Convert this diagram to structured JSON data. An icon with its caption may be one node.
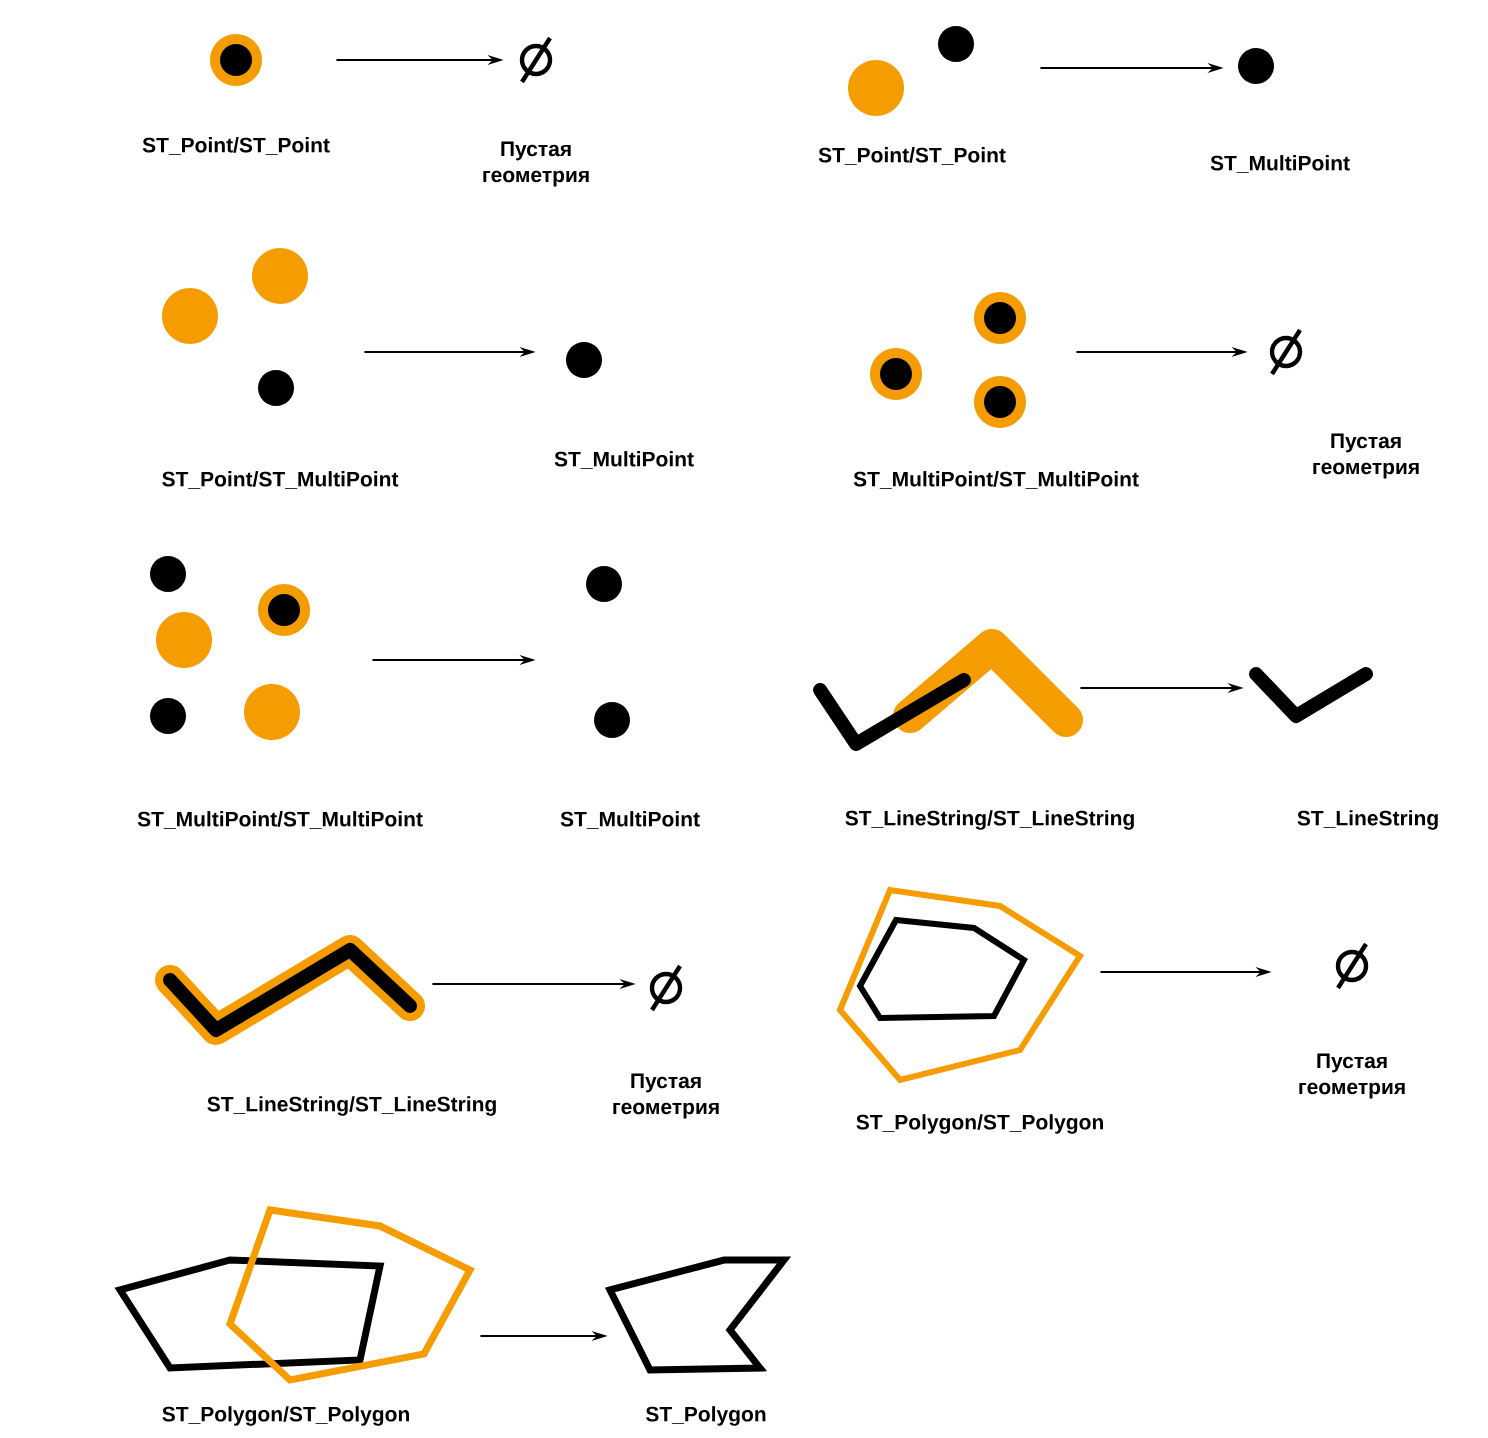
{
  "diagram": {
    "nodes": [
      {
        "text": [
          "ST_Point/ST_Point"
        ]
      },
      {
        "text": [
          "Пустая геометрия"
        ]
      },
      {
        "text": [
          "ST_Point/ST_Point"
        ]
      },
      {
        "text": [
          "ST_MultiPoint"
        ]
      },
      {
        "text": [
          "ST_Point/ST_MultiPoint"
        ]
      },
      {
        "text": [
          "ST_MultiPoint"
        ]
      },
      {
        "text": [
          "ST_MultiPoint/ST_MultiPoint"
        ]
      },
      {
        "text": [
          "Пустая геометрия"
        ]
      },
      {
        "text": [
          "ST_MultiPoint/ST_MultiPoint"
        ]
      },
      {
        "text": [
          "ST_MultiPoint"
        ]
      },
      {
        "text": [
          "ST_LineString/ST_LineString"
        ]
      },
      {
        "text": [
          "ST_LineString"
        ]
      },
      {
        "text": [
          "ST_LineString/ST_LineString"
        ]
      },
      {
        "text": [
          "Пустая геометрия"
        ]
      },
      {
        "text": [
          "ST_Polygon/ST_Polygon"
        ]
      },
      {
        "text": [
          "Пустая геометрия"
        ]
      },
      {
        "text": [
          "ST_Polygon/ST_Polygon"
        ]
      },
      {
        "text": [
          "ST_Polygon"
        ]
      }
    ],
    "edges": [
      {
        "from": 0,
        "to": 1,
        "arrow": "to"
      },
      {
        "from": 2,
        "to": 3,
        "arrow": "to"
      },
      {
        "from": 4,
        "to": 5,
        "arrow": "to"
      },
      {
        "from": 6,
        "to": 7,
        "arrow": "to"
      },
      {
        "from": 8,
        "to": 9,
        "arrow": "to"
      },
      {
        "from": 10,
        "to": 11,
        "arrow": "to"
      },
      {
        "from": 12,
        "to": 13,
        "arrow": "to"
      },
      {
        "from": 14,
        "to": 15,
        "arrow": "to"
      },
      {
        "from": 16,
        "to": 17,
        "arrow": "to"
      }
    ]
  }
}
